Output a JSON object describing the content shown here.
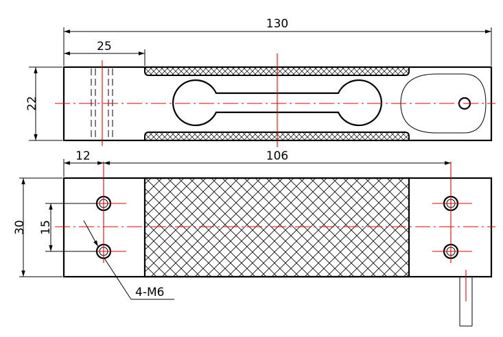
{
  "drawing": {
    "top_view": {
      "overall_length": "130",
      "end_offset": "25",
      "width": "22"
    },
    "bottom_view": {
      "hole_offset": "12",
      "hole_spacing": "106",
      "height": "30",
      "hole_pitch": "15",
      "hole_callout": "4-M6"
    },
    "colors": {
      "outline": "#000000",
      "centerline": "#e00000"
    }
  }
}
